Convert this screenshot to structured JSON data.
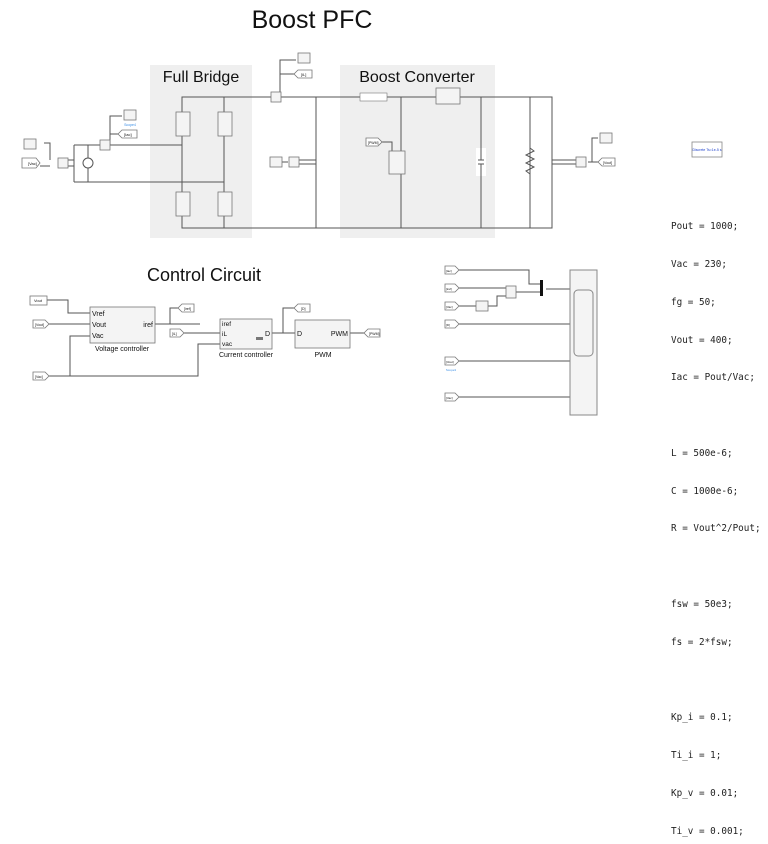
{
  "title": "Boost PFC",
  "subsystems": {
    "full_bridge": "Full Bridge",
    "boost_converter": "Boost Converter",
    "control_circuit": "Control Circuit"
  },
  "tags": {
    "vac": "[Vac]",
    "iac": "[Iac]",
    "il": "[iL]",
    "vout": "[Vout]",
    "iref": "[iref]",
    "d": "[D]",
    "pwm": "[PWM]",
    "scope4": "Scope4",
    "scope3": "Scope3"
  },
  "control": {
    "vout_const": "Vout",
    "voltage_controller": {
      "label": "Voltage controller",
      "ports_in": [
        "Vref",
        "Vout",
        "Vac"
      ],
      "port_out": "iref"
    },
    "current_controller": {
      "label": "Current controller",
      "ports_in": [
        "iref",
        "iL",
        "vac"
      ],
      "port_out": "D"
    },
    "pwm": {
      "label": "PWM",
      "port_in": "D",
      "port_out": "PWM"
    }
  },
  "powergui": "Discrete\nTs=1e-5 s",
  "params": {
    "group1": [
      "Pout = 1000;",
      "Vac = 230;",
      "fg = 50;",
      "Vout = 400;",
      "Iac = Pout/Vac;"
    ],
    "group2": [
      "L = 500e-6;",
      "C = 1000e-6;",
      "R = Vout^2/Pout;"
    ],
    "group3": [
      "fsw = 50e3;",
      "fs = 2*fsw;"
    ],
    "group4": [
      "Kp_i = 0.1;",
      "Ti_i = 1;",
      "Kp_v = 0.01;",
      "Ti_v = 0.001;"
    ]
  }
}
